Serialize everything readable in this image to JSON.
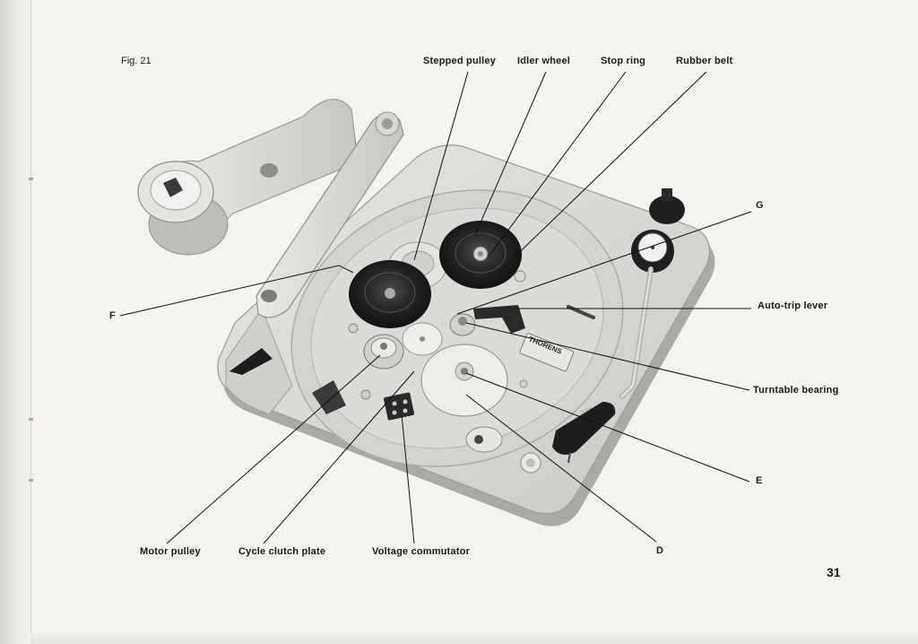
{
  "figure": {
    "label": "Fig. 21"
  },
  "callouts": {
    "stepped_pulley": "Stepped pulley",
    "idler_wheel": "Idler wheel",
    "stop_ring": "Stop ring",
    "rubber_belt": "Rubber belt",
    "g": "G",
    "f": "F",
    "auto_trip_lever": "Auto-trip lever",
    "turntable_bearing": "Turntable  bearing",
    "e": "E",
    "d": "D",
    "motor_pulley": "Motor pulley",
    "cycle_clutch_plate": "Cycle clutch plate",
    "voltage_commutator": "Voltage commutator"
  },
  "brand_plate": {
    "brand": "THORENS"
  },
  "page": {
    "number": "31"
  },
  "colors": {
    "paper": "#f4f3f0",
    "ink": "#1b1b1b",
    "chassis": "#dcdcd8",
    "rubber": "#1e1e1e"
  }
}
